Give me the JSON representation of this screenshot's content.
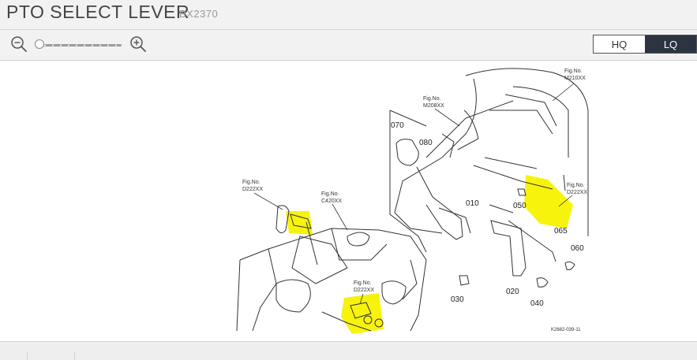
{
  "header": {
    "title": "PTO SELECT LEVER",
    "model": "BX2370"
  },
  "toolbar": {
    "zoom_out_icon": "zoom-out-icon",
    "zoom_in_icon": "zoom-in-icon",
    "zoom_level": 0,
    "quality_options": [
      {
        "label": "HQ",
        "selected": false
      },
      {
        "label": "LQ",
        "selected": true
      }
    ]
  },
  "diagram": {
    "callouts": {
      "m210": {
        "line1": "Fig.No.",
        "line2": "M210XX"
      },
      "m208": {
        "line1": "Fig.No.",
        "line2": "M208XX"
      },
      "d222_left": {
        "line1": "Fig.No.",
        "line2": "D222XX"
      },
      "c420": {
        "line1": "Fig.No.",
        "line2": "C420XX"
      },
      "d222_bottom": {
        "line1": "Fig.No.",
        "line2": "D222XX"
      },
      "d222_right": {
        "line1": "Fig.No.",
        "line2": "D222XX"
      }
    },
    "parts": [
      "070",
      "080",
      "010",
      "050",
      "065",
      "060",
      "030",
      "020",
      "040"
    ],
    "drawing_code": "K2682-039-11",
    "highlight_color": "#f7f200"
  }
}
